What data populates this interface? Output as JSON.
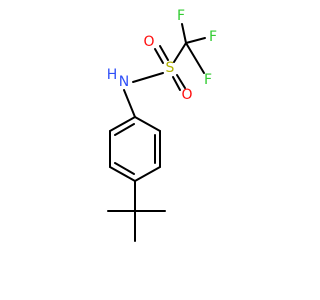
{
  "molecule": {
    "atoms": {
      "F1": {
        "symbol": "F",
        "color": "#33cc33"
      },
      "F2": {
        "symbol": "F",
        "color": "#33cc33"
      },
      "F3": {
        "symbol": "F",
        "color": "#33cc33"
      },
      "O1": {
        "symbol": "O",
        "color": "#ff0d0d"
      },
      "O2": {
        "symbol": "O",
        "color": "#ff0d0d"
      },
      "S": {
        "symbol": "S",
        "color": "#b2b200"
      },
      "N": {
        "symbol": "N",
        "color": "#3050f8"
      },
      "H": {
        "symbol": "H",
        "color": "#3050f8"
      }
    },
    "bond_color": "#000000"
  }
}
